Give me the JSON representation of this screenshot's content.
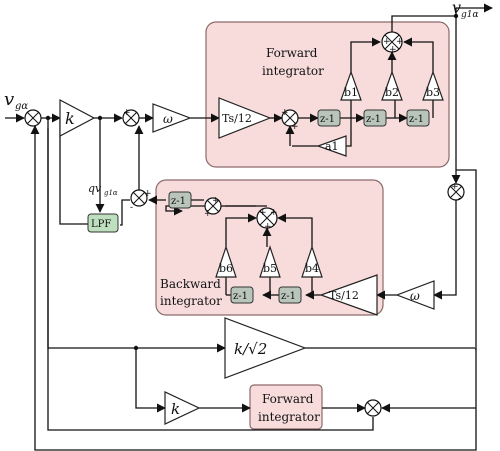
{
  "colors": {
    "integrator_fill": "#f8dcdc",
    "integrator_stroke": "#8a6a6a",
    "delay_fill": "#b9c4ba",
    "lpf_fill": "#bfe0bf"
  },
  "labels": {
    "output": "v",
    "output_sub": "g1α",
    "input": "v",
    "input_sub": "gα",
    "quad": "qv",
    "quad_sub": "g1α",
    "fwd_title_1": "Forward",
    "fwd_title_2": "integrator",
    "bwd_title_1": "Backward",
    "bwd_title_2": "integrator",
    "bottom_fwd_1": "Forward",
    "bottom_fwd_2": "integrator"
  },
  "blocks": {
    "k": "k",
    "k_bottom": "k",
    "omega_top": "ω",
    "omega_bot": "ω",
    "ts_top": "Ts/12",
    "ts_bot": "Ts/12",
    "zinv": "z-1",
    "a1": "a1",
    "b1": "b1",
    "b2": "b2",
    "b3": "b3",
    "b4": "b4",
    "b5": "b5",
    "b6": "b6",
    "lpf": "LPF",
    "k_sqrt2": "k/√2"
  },
  "signs": {
    "plus": "+",
    "minus": "-"
  }
}
